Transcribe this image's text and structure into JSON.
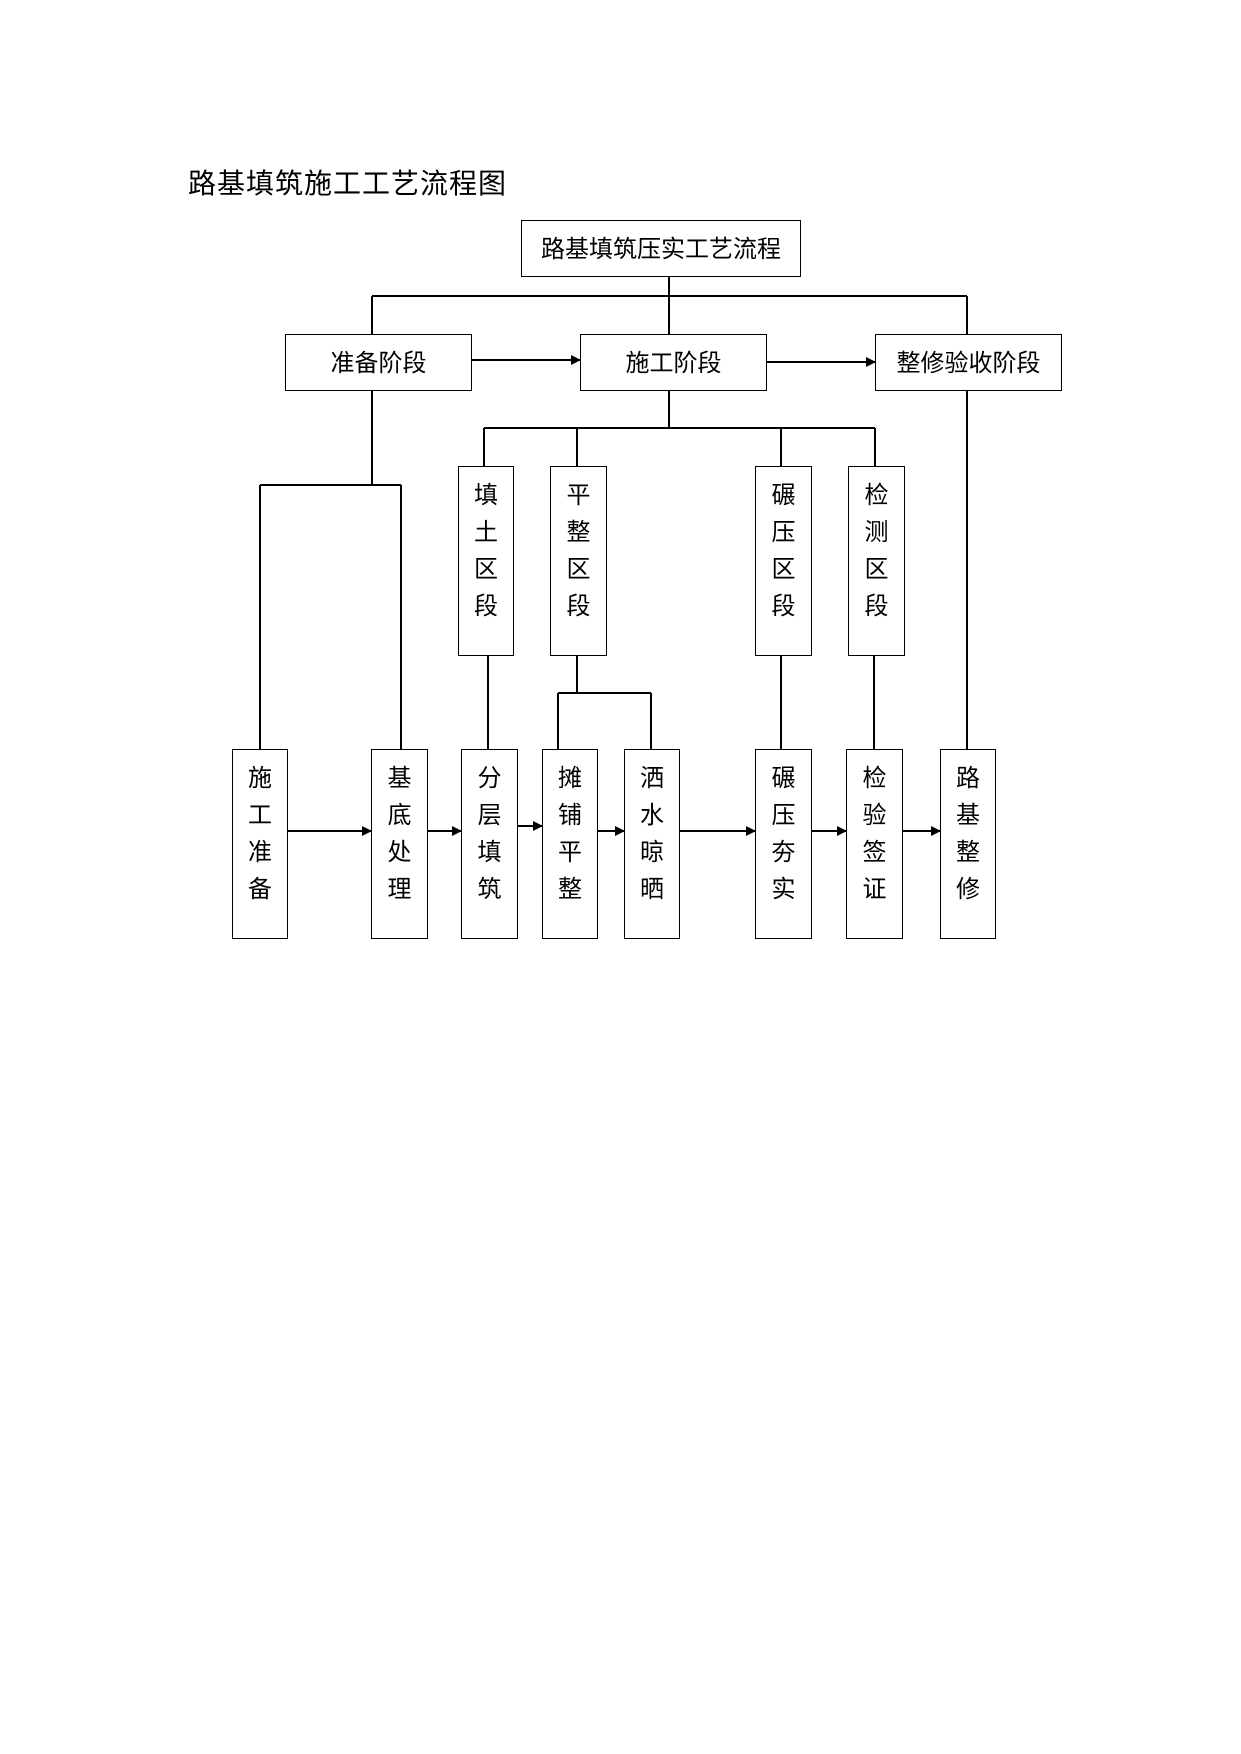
{
  "page": {
    "title": "路基填筑施工工艺流程图"
  },
  "diagram": {
    "root": "路基填筑压实工艺流程",
    "phases": {
      "prepare": "准备阶段",
      "construct": "施工阶段",
      "finish": "整修验收阶段"
    },
    "sections": {
      "fill": "填土区段",
      "level": "平整区段",
      "roll": "碾压区段",
      "test": "检测区段"
    },
    "steps": {
      "prep_work": "施工准备",
      "base_treat": "基底处理",
      "layer_fill": "分层填筑",
      "spread_level": "摊铺平整",
      "water_dry": "洒水晾晒",
      "compact": "碾压夯实",
      "inspect": "检验签证",
      "trim": "路基整修"
    }
  }
}
